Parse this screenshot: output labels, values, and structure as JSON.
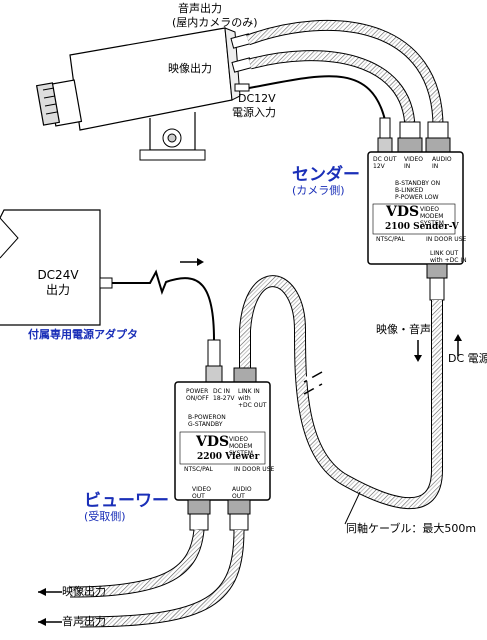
{
  "camera": {
    "audio_out": "音声出力",
    "audio_out_note": "(屋内カメラのみ)",
    "video_out": "映像出力",
    "dc_in_line1": "DC12V",
    "dc_in_line2": "電源入力"
  },
  "sender": {
    "title": "センダー",
    "subtitle": "(カメラ側)",
    "port_dc_out": "DC OUT\n12V",
    "port_video_in": "VIDEO\nIN",
    "port_audio_in": "AUDIO\nIN",
    "indicator": "B-STANDBY ON\nB-LINKED\nP-POWER LOW",
    "brand": "VDS",
    "system": "VIDEO\nMODEM\nSYSTEM",
    "model": "2100 Sender-V",
    "std": "NTSC/PAL",
    "use": "IN DOOR USE",
    "link_out": "LINK OUT\nwith +DC IN"
  },
  "viewer": {
    "title": "ビューワー",
    "subtitle": "(受取側)",
    "port_power": "POWER\nON/OFF",
    "port_dc_in": "DC IN\n18-27V",
    "port_link_in": "LINK IN\nwith\n+DC OUT",
    "indicator": "B-POWERON\nG-STANDBY",
    "brand": "VDS",
    "system": "VIDEO\nMODEM\nSYSTEM",
    "model": "2200 Viewer",
    "std": "NTSC/PAL",
    "use": "IN DOOR USE",
    "port_video_out": "VIDEO\nOUT",
    "port_audio_out": "AUDIO\nOUT"
  },
  "adapter": {
    "line1": "DC24V",
    "line2": "出力",
    "caption": "付属専用電源アダプタ"
  },
  "link": {
    "signal_down": "映像・音声",
    "power_up": "DC 電源",
    "cable_note": "同軸ケーブル：最大500m"
  },
  "outputs": {
    "video_out": "映像出力",
    "audio_out": "音声出力"
  },
  "colors": {
    "title_blue": "#1a2fb8",
    "line": "#000000"
  }
}
